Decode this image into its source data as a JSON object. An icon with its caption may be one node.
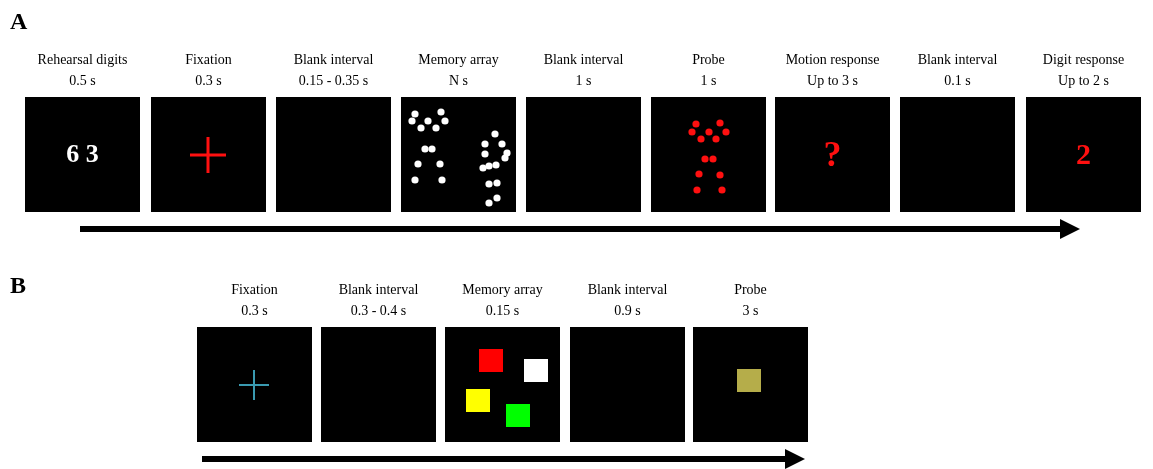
{
  "diagram": {
    "nodes": [
      {
        "text": [
          "Rehearsal digits",
          "6 3"
        ],
        "beside": [
          "0.5 s"
        ]
      },
      {
        "text": [
          "Fixation"
        ],
        "beside": [
          "0.3 s"
        ]
      },
      {
        "text": [
          "Blank interval"
        ],
        "beside": [
          "0.15 - 0.35 s"
        ]
      },
      {
        "text": [
          "Memory array"
        ],
        "beside": [
          "N s"
        ]
      },
      {
        "text": [
          "Blank interval"
        ],
        "beside": [
          "1 s"
        ]
      },
      {
        "text": [
          "Probe"
        ],
        "beside": [
          "1 s"
        ]
      },
      {
        "text": [
          "Motion response",
          "?"
        ],
        "beside": [
          "Up to 3 s"
        ]
      },
      {
        "text": [
          "Blank interval"
        ],
        "beside": [
          "0.1 s"
        ]
      },
      {
        "text": [
          "Digit response",
          "2"
        ],
        "beside": [
          "Up to 2 s"
        ]
      },
      {
        "text": [
          "Fixation"
        ],
        "beside": [
          "0.3 s"
        ]
      },
      {
        "text": [
          "Blank interval"
        ],
        "beside": [
          "0.3 - 0.4 s"
        ]
      },
      {
        "text": [
          "Memory array"
        ],
        "beside": [
          "0.15 s"
        ]
      },
      {
        "text": [
          "Blank interval"
        ],
        "beside": [
          "0.9 s"
        ]
      },
      {
        "text": [
          "Probe"
        ],
        "beside": [
          "3 s"
        ]
      }
    ],
    "labels": [
      "A",
      "B"
    ]
  }
}
